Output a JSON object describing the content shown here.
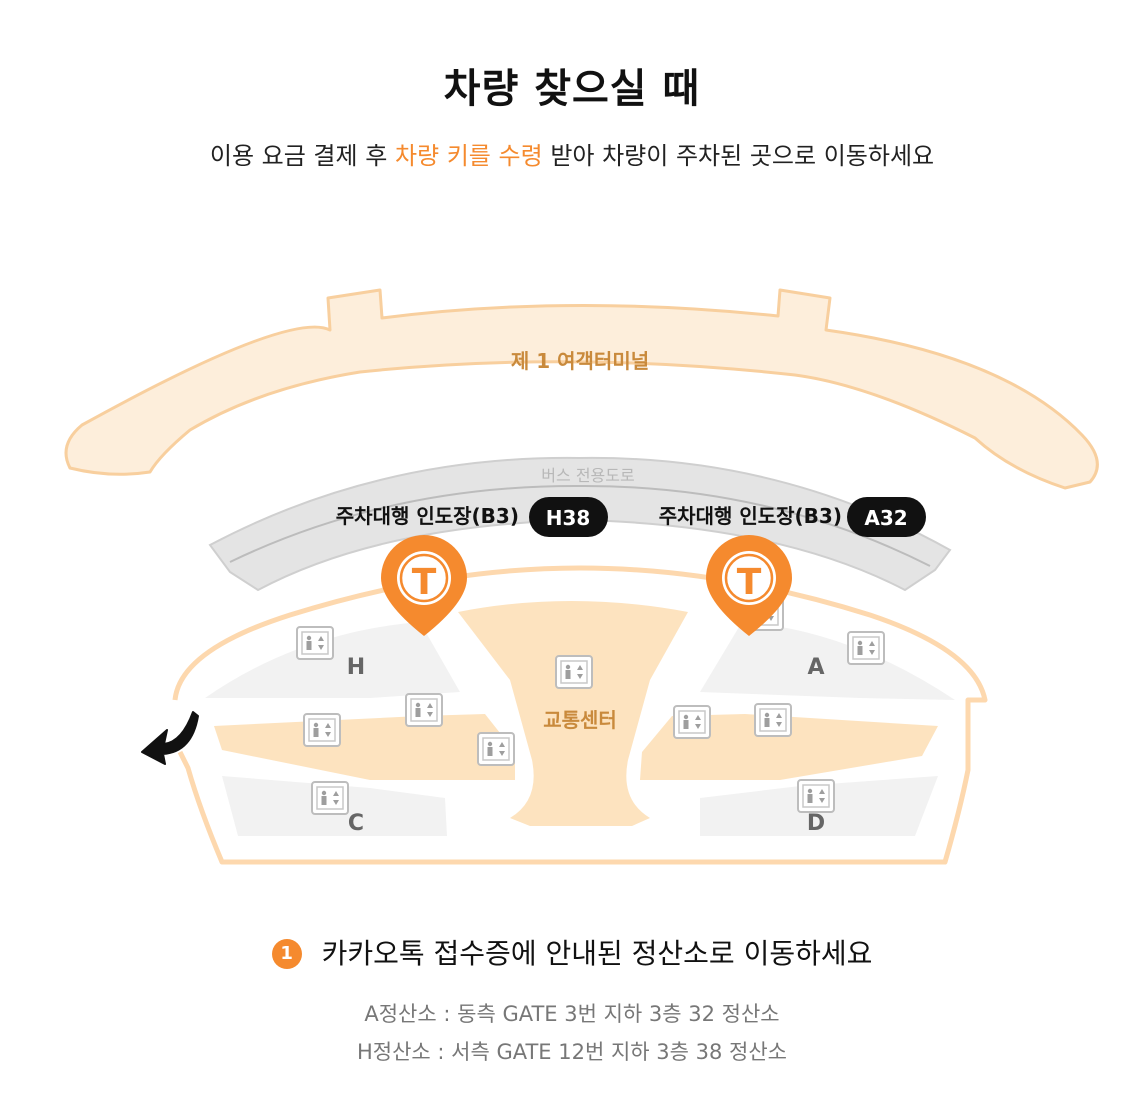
{
  "header": {
    "title": "차량 찾으실 때",
    "subtitle_pre": "이용 요금 결제 후 ",
    "subtitle_highlight": "차량 키를 수령",
    "subtitle_post": " 받아 차량이 주차된 곳으로 이동하세요"
  },
  "map": {
    "terminal_label": "제 1 여객터미널",
    "bus_road_label": "버스 전용도로",
    "valet_left_label": "주차대행 인도장(B3)",
    "valet_left_badge": "H38",
    "valet_right_label": "주차대행 인도장(B3)",
    "valet_right_badge": "A32",
    "transport_center_label": "교통센터",
    "zones": {
      "h": "H",
      "a": "A",
      "c": "C",
      "d": "D"
    },
    "pin_glyph": "T",
    "colors": {
      "accent": "#f58a2e",
      "peach": "#fde9cf",
      "road": "#e4e4e4",
      "zone": "#f2f2f2"
    }
  },
  "instructions": {
    "step_number": "1",
    "step_text": "카카오톡 접수증에 안내된 정산소로 이동하세요",
    "detail_a": "A정산소 : 동측 GATE 3번 지하 3층 32 정산소",
    "detail_h": "H정산소 : 서측 GATE 12번 지하 3층 38 정산소"
  }
}
